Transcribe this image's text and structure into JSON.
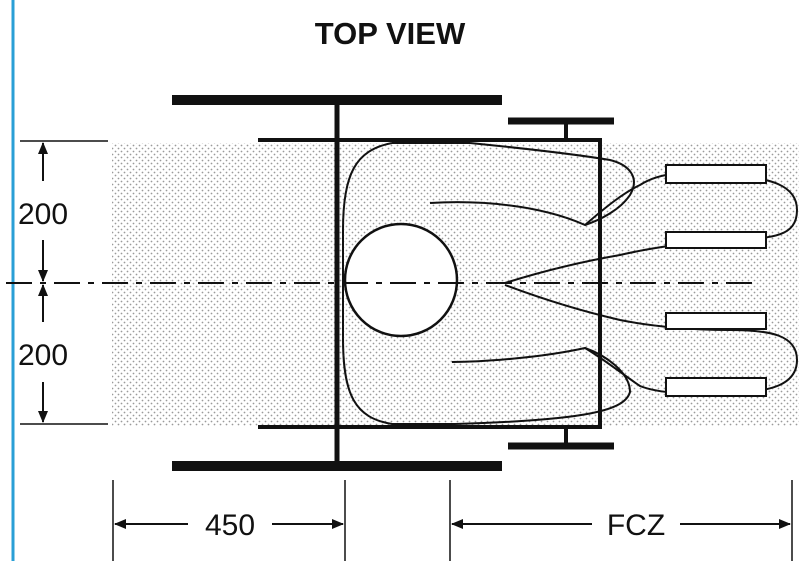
{
  "title": "TOP VIEW",
  "dimensions": {
    "upper_half_width": "200",
    "lower_half_width": "200",
    "rear_clearance": "450",
    "front_zone": "FCZ"
  },
  "colors": {
    "line": "#111111",
    "stipple": "#9a9a9a",
    "left_border": "#2a9fd6",
    "background": "#ffffff"
  }
}
